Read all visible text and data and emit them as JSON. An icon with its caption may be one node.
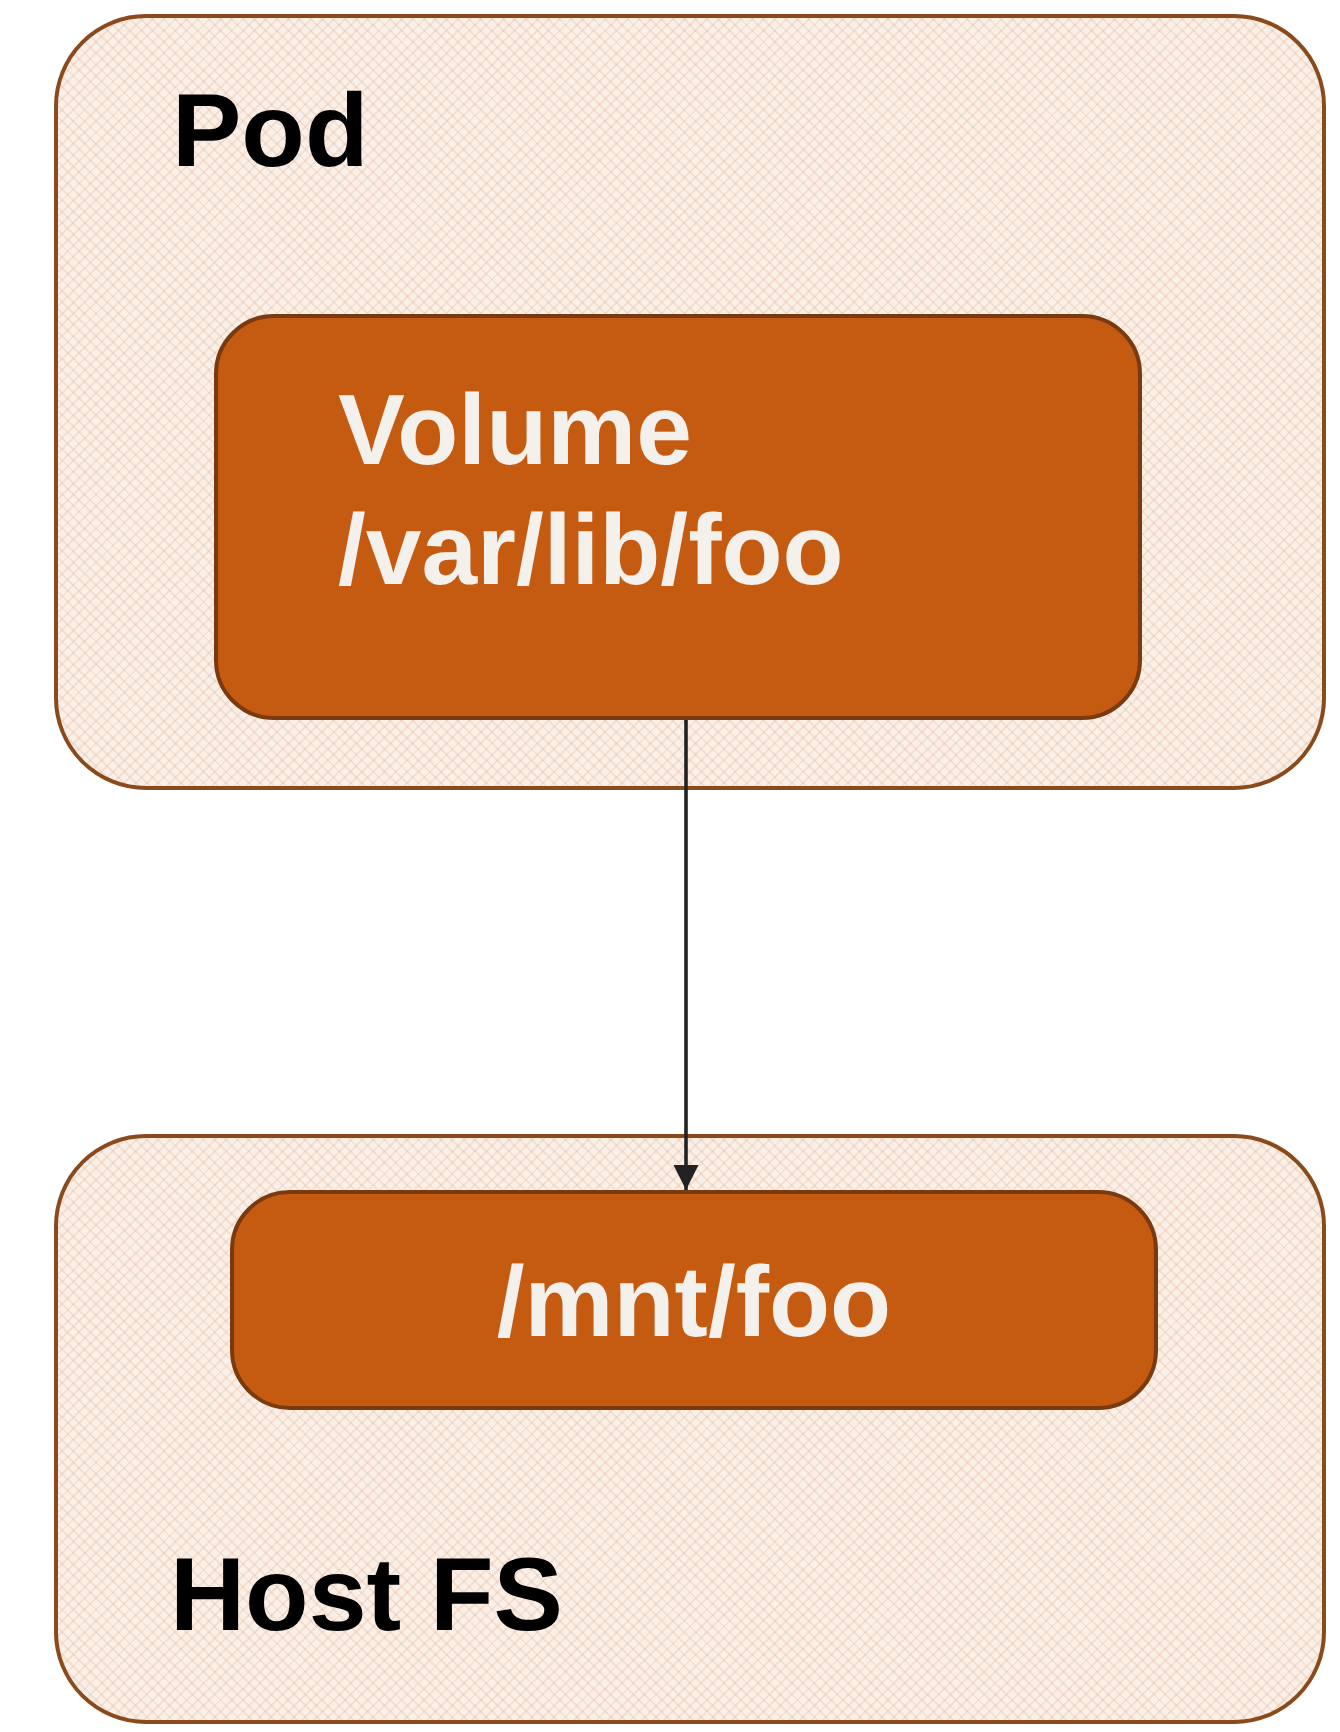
{
  "diagram": {
    "nodes": [
      {
        "text": [
          "Pod"
        ]
      },
      {
        "text": [
          "Volume /var/lib/foo"
        ],
        "in": 0
      },
      {
        "text": [
          "Host FS"
        ]
      },
      {
        "text": [
          "/mnt/foo"
        ],
        "in": 2
      }
    ],
    "edges": [
      {
        "from": 1,
        "to": 3,
        "arrow": "to"
      }
    ]
  }
}
